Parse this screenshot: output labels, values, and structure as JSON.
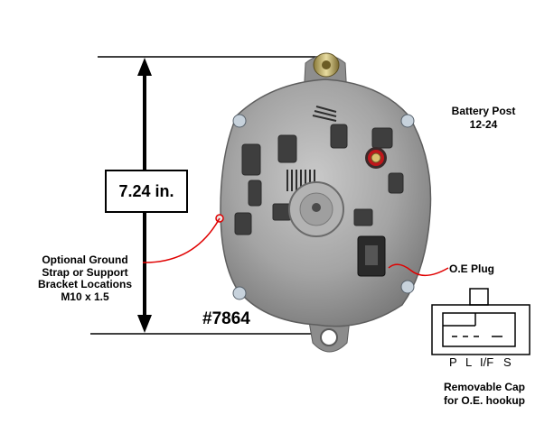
{
  "dimension": {
    "value": "7.24 in."
  },
  "part_number": "#7864",
  "battery_post": {
    "line1": "Battery Post",
    "line2": "12-24"
  },
  "ground_note": {
    "line1": "Optional Ground",
    "line2": "Strap or Support",
    "line3": "Bracket Locations",
    "line4": "M10 x 1.5"
  },
  "oe_plug": "O.E Plug",
  "plug_pins": [
    "P",
    "L",
    "I/F",
    "S"
  ],
  "removable_cap": {
    "line1": "Removable Cap",
    "line2": "for O.E. hookup"
  },
  "colors": {
    "leader": "#e00000",
    "terminal": "#c0161b",
    "housing": "#9a9a9a",
    "ink": "#000000"
  }
}
